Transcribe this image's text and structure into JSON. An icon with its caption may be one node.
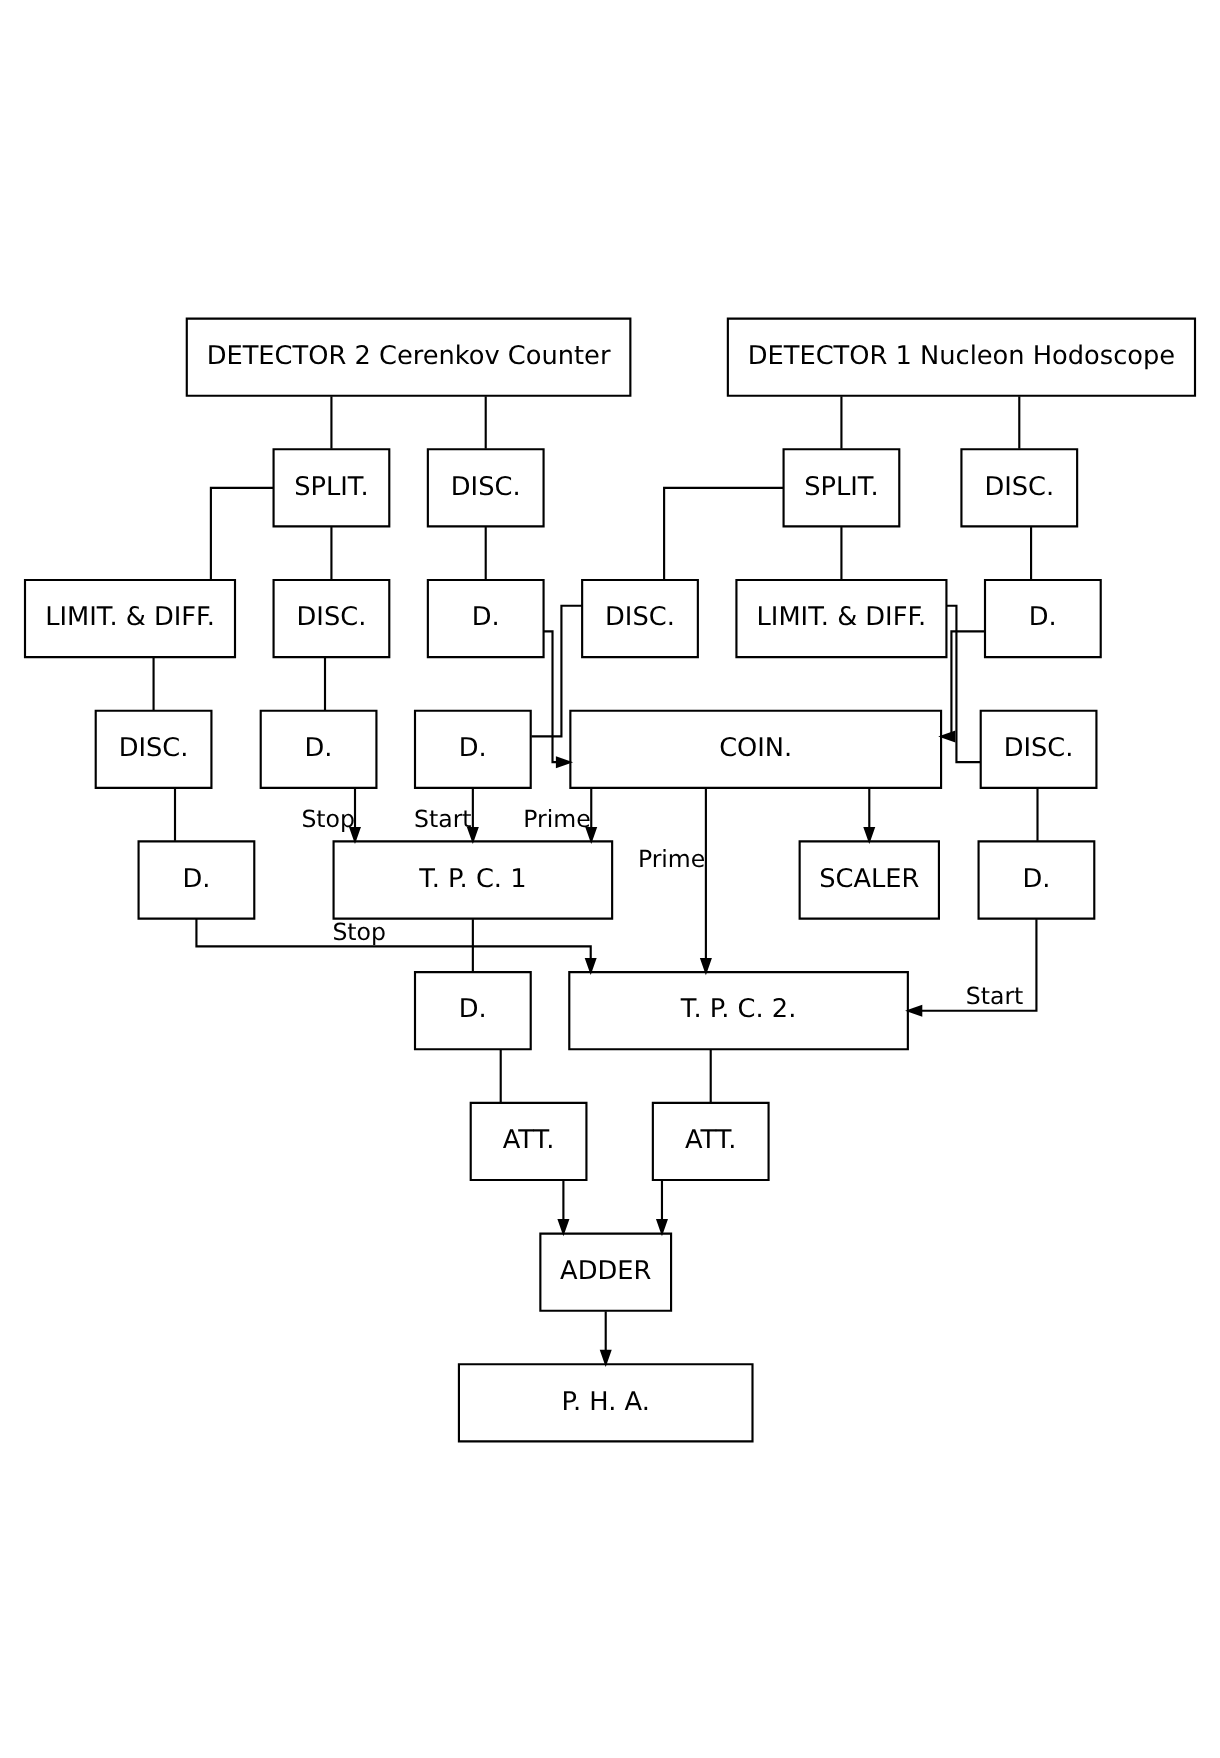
{
  "diagram": {
    "nodes": [
      {
        "text": [
          "DETECTOR 1 Nucleon Hodoscope"
        ]
      },
      {
        "text": [
          "DETECTOR 2 Cerenkov Counter"
        ]
      },
      {
        "text": [
          "SPLIT."
        ]
      },
      {
        "text": [
          "DISC."
        ]
      },
      {
        "text": [
          "DISC."
        ]
      },
      {
        "text": [
          "SPLIT."
        ]
      },
      {
        "text": [
          "LIMIT. & DIFF."
        ]
      },
      {
        "text": [
          "DISC."
        ]
      },
      {
        "text": [
          "D."
        ]
      },
      {
        "text": [
          "D."
        ]
      },
      {
        "text": [
          "DISC."
        ]
      },
      {
        "text": [
          "LIMIT. & DIFF."
        ]
      },
      {
        "text": [
          "D."
        ]
      },
      {
        "text": [
          "COIN."
        ]
      },
      {
        "text": [
          "D."
        ]
      },
      {
        "text": [
          "DISC."
        ]
      },
      {
        "text": [
          "DISC."
        ]
      },
      {
        "text": [
          "T. P. C. 1"
        ]
      },
      {
        "text": [
          "SCALER"
        ]
      },
      {
        "text": [
          "D."
        ]
      },
      {
        "text": [
          "D."
        ]
      },
      {
        "text": [
          "D."
        ]
      },
      {
        "text": [
          "T. P. C. 2."
        ]
      },
      {
        "text": [
          "ATT."
        ]
      },
      {
        "text": [
          "ATT."
        ]
      },
      {
        "text": [
          "ADDER"
        ]
      },
      {
        "text": [
          "P. H. A."
        ]
      }
    ],
    "edges": [
      {
        "from": 0,
        "to": 2,
        "arrow": "none"
      },
      {
        "from": 0,
        "to": 3,
        "arrow": "none"
      },
      {
        "from": 1,
        "to": 4,
        "arrow": "none"
      },
      {
        "from": 1,
        "to": 5,
        "arrow": "none"
      },
      {
        "from": 2,
        "to": 6,
        "arrow": "none"
      },
      {
        "from": 2,
        "to": 7,
        "arrow": "none"
      },
      {
        "from": 3,
        "to": 8,
        "arrow": "none"
      },
      {
        "from": 4,
        "to": 9,
        "arrow": "none"
      },
      {
        "from": 5,
        "to": 10,
        "arrow": "none"
      },
      {
        "from": 5,
        "to": 11,
        "arrow": "none"
      },
      {
        "from": 8,
        "to": 13,
        "arrow": "to"
      },
      {
        "from": 9,
        "to": 13,
        "arrow": "to"
      },
      {
        "from": 7,
        "to": 12,
        "arrow": "none"
      },
      {
        "from": 10,
        "to": 14,
        "arrow": "none"
      },
      {
        "from": 6,
        "to": 15,
        "arrow": "none"
      },
      {
        "from": 11,
        "to": 16,
        "arrow": "none"
      },
      {
        "from": 12,
        "to": 17,
        "arrow": "to",
        "label": "Start"
      },
      {
        "from": 13,
        "to": 17,
        "arrow": "to",
        "label": "Prime"
      },
      {
        "from": 14,
        "to": 17,
        "arrow": "to",
        "label": "Stop"
      },
      {
        "from": 13,
        "to": 18,
        "arrow": "to"
      },
      {
        "from": 15,
        "to": 19,
        "arrow": "none"
      },
      {
        "from": 16,
        "to": 20,
        "arrow": "none"
      },
      {
        "from": 17,
        "to": 21,
        "arrow": "none"
      },
      {
        "from": 19,
        "to": 22,
        "arrow": "to",
        "label": "Start"
      },
      {
        "from": 13,
        "to": 22,
        "arrow": "to",
        "label": "Prime"
      },
      {
        "from": 20,
        "to": 22,
        "arrow": "to",
        "label": "Stop"
      },
      {
        "from": 21,
        "to": 23,
        "arrow": "none"
      },
      {
        "from": 22,
        "to": 24,
        "arrow": "none"
      },
      {
        "from": 23,
        "to": 25,
        "arrow": "to"
      },
      {
        "from": 24,
        "to": 25,
        "arrow": "to"
      },
      {
        "from": 25,
        "to": 26,
        "arrow": "to"
      }
    ]
  }
}
